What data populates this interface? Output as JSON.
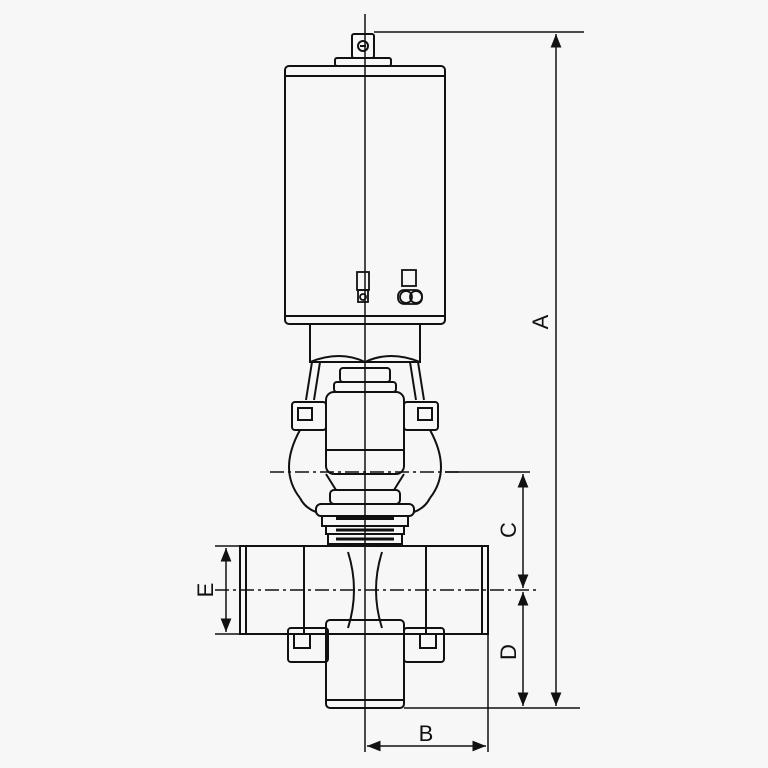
{
  "dimensions": {
    "a": "A",
    "b": "B",
    "c": "C",
    "d": "D",
    "e": "E"
  },
  "colors": {
    "background": "#f7f7f7",
    "line": "#111111"
  },
  "icons": {
    "position_indicator": "position-indicator-icon",
    "pneumatic_ports": "air-port-icon"
  }
}
